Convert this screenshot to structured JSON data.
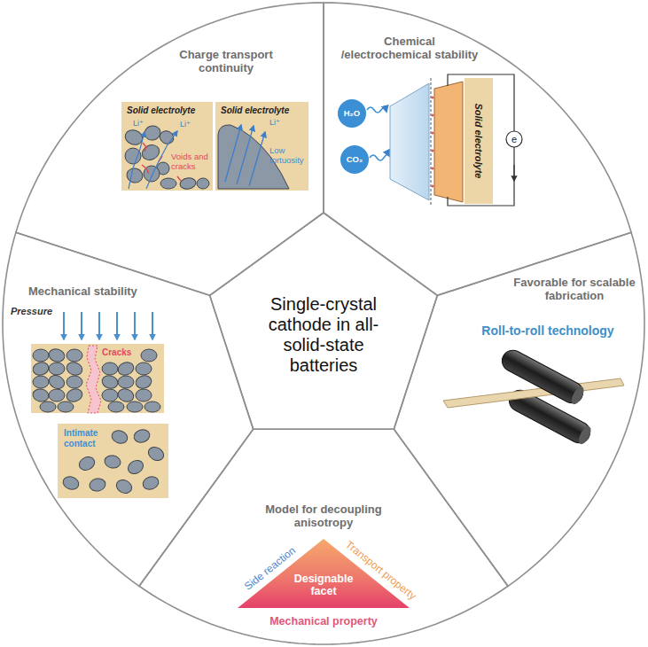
{
  "diagram": {
    "nodes": [
      {
        "text": [
          "Single-crystal cathode in all-solid-state batteries"
        ]
      },
      {
        "text": [
          "Charge transport continuity"
        ]
      },
      {
        "text": [
          "Solid electrolyte",
          "Voids and cracks"
        ],
        "in": 1
      },
      {
        "text": [
          "Solid electrolyte",
          "Low tortuosity"
        ],
        "in": 1
      },
      {
        "text": [
          "Chemical /electrochemical stability"
        ]
      },
      {
        "text": [
          "Solid electrolyte"
        ],
        "in": 4
      },
      {
        "text": [
          "Favorable for scalable fabrication"
        ]
      },
      {
        "text": [
          "Model for decoupling anisotropy"
        ]
      },
      {
        "text": [
          "Designable facet"
        ],
        "in": 7
      },
      {
        "text": [
          "Mechanical stability"
        ]
      },
      {
        "text": [
          "Cracks"
        ],
        "in": 9
      },
      {
        "text": [
          "Intimate contact"
        ],
        "in": 9
      }
    ],
    "labels": [
      "Li⁺",
      "Li⁺",
      "Li⁺",
      "Pressure",
      "H₂O",
      "CO₂",
      "e",
      "Roll-to-roll technology",
      "Side reaction",
      "Transport property",
      "Mechanical property"
    ]
  }
}
